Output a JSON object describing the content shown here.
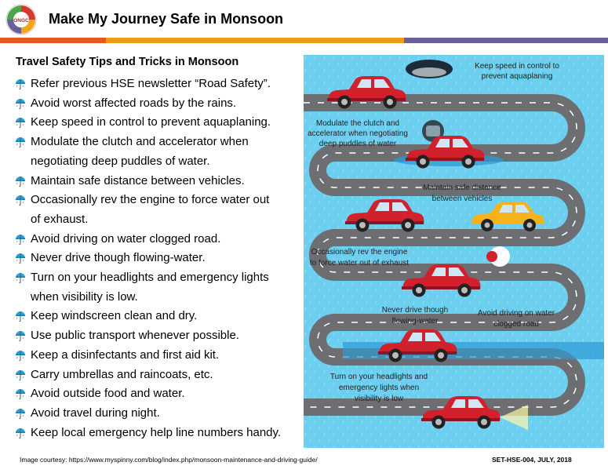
{
  "header": {
    "title": "Make My Journey Safe in Monsoon",
    "logo_text": "ONGC"
  },
  "main": {
    "subtitle": "Travel Safety Tips and Tricks in Monsoon",
    "tips": [
      {
        "line1": "Refer previous HSE newsletter “Road Safety”.",
        "line2": ""
      },
      {
        "line1": "Avoid worst affected roads by the rains.",
        "line2": ""
      },
      {
        "line1": "Keep speed in control to prevent aquaplaning.",
        "line2": ""
      },
      {
        "line1": "Modulate the clutch and accelerator when",
        "line2": "negotiating deep puddles of water."
      },
      {
        "line1": "Maintain safe distance between vehicles.",
        "line2": ""
      },
      {
        "line1": "Occasionally rev the engine to force water out",
        "line2": "of exhaust."
      },
      {
        "line1": "Avoid driving on water clogged road.",
        "line2": ""
      },
      {
        "line1": "Never drive though flowing-water.",
        "line2": ""
      },
      {
        "line1": "Turn on your headlights and emergency lights",
        "line2": "when visibility is low."
      },
      {
        "line1": "Keep windscreen clean and dry.",
        "line2": ""
      },
      {
        "line1": "Use public transport whenever possible.",
        "line2": ""
      },
      {
        "line1": "Keep a disinfectants and first aid kit.",
        "line2": ""
      },
      {
        "line1": "Carry umbrellas and raincoats, etc.",
        "line2": ""
      },
      {
        "line1": "Avoid outside food and water.",
        "line2": ""
      },
      {
        "line1": "Avoid travel during night.",
        "line2": ""
      },
      {
        "line1": "Keep local emergency help line numbers handy.",
        "line2": ""
      }
    ]
  },
  "illustration": {
    "labels": {
      "speed": [
        "Keep speed in control to",
        "prevent aquaplaning"
      ],
      "clutch": [
        "Modulate the clutch and",
        "accelerator when negotiating",
        "deep puddles of water"
      ],
      "distance": [
        "Maintain safe distance",
        "between vehicles"
      ],
      "rev": [
        "Occasionally rev the engine",
        "to force water out of exhaust"
      ],
      "flowing": [
        "Never drive though",
        "flowing-water"
      ],
      "clogged": [
        "Avoid driving on water",
        "clogged road"
      ],
      "headlights": [
        "Turn on your headlights and",
        "emergency lights when",
        "visibility is low"
      ]
    }
  },
  "footer": {
    "credit": "Image courtesy: https://www.myspinny.com/blog/index.php/monsoon-maintenance-and-driving-guide/",
    "code": "SET-HSE-004, JULY, 2018"
  },
  "colors": {
    "stripe_orange_red": "#e35a1a",
    "stripe_orange": "#f09a1c",
    "stripe_purple": "#6b5f97",
    "sky": "#6ccff0",
    "road": "#6d6e71",
    "car_red": "#d0212d",
    "car_yellow": "#f4b21b"
  }
}
